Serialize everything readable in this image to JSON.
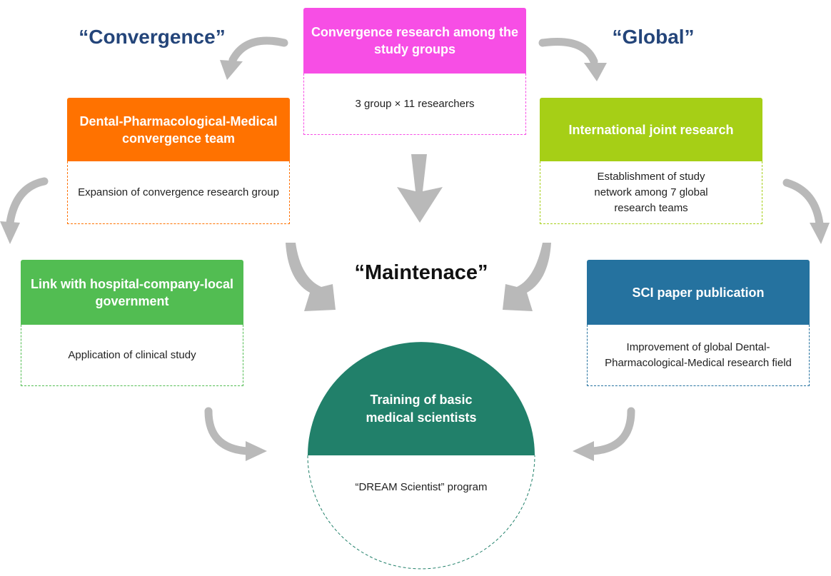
{
  "keywords": {
    "convergence": "“Convergence”",
    "global": "“Global”",
    "maintenance": "“Maintenace”"
  },
  "boxes": {
    "top": {
      "title": "Convergence research among the study groups",
      "text": "3 group × 11 researchers",
      "color": "#f74ee5"
    },
    "dental_team": {
      "title": "Dental-Pharmacological-Medical convergence team",
      "text": "Expansion of convergence research group",
      "color": "#ff7200"
    },
    "international": {
      "title": "International joint research",
      "text": "Establishment of study network among 7 global research teams",
      "color": "#a6cf16"
    },
    "hospital_link": {
      "title": "Link with hospital-company-local government",
      "text": "Application of clinical study",
      "color": "#52bd52"
    },
    "sci_paper": {
      "title": "SCI paper publication",
      "text": "Improvement of global Dental-Pharmacological-Medical research field",
      "color": "#25729f"
    }
  },
  "center": {
    "title": "Training of basic medical scientists",
    "text": "“DREAM Scientist” program",
    "color": "#21806a"
  },
  "colors": {
    "arrow": "#b9b9b9",
    "keyword_blue": "#24457a",
    "keyword_dark": "#111111"
  }
}
